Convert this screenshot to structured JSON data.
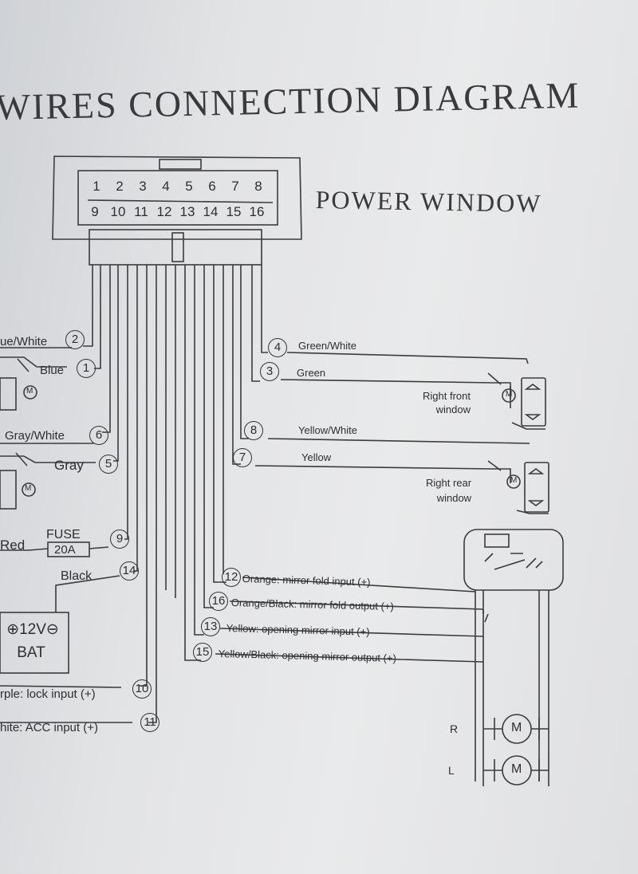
{
  "title": "WIRES CONNECTION DIAGRAM",
  "subtitle": "POWER WINDOW",
  "connector": {
    "top_row": [
      "1",
      "2",
      "3",
      "4",
      "5",
      "6",
      "7",
      "8"
    ],
    "bottom_row": [
      "9",
      "10",
      "11",
      "12",
      "13",
      "14",
      "15",
      "16"
    ]
  },
  "wires": {
    "w2": {
      "label": "ue/White",
      "num": "2"
    },
    "w1": {
      "label": "Blue",
      "num": "1"
    },
    "w6": {
      "label": "Gray/White",
      "num": "6"
    },
    "w5": {
      "label": "Gray",
      "num": "5"
    },
    "w9": {
      "label": "Red",
      "num": "9"
    },
    "w14": {
      "label": "Black",
      "num": "14"
    },
    "w10": {
      "label": "rple: lock input (+)",
      "num": "10"
    },
    "w11": {
      "label": "hite: ACC  input (+)",
      "num": "11"
    },
    "w4": {
      "label": "Green/White",
      "num": "4"
    },
    "w3": {
      "label": "Green",
      "num": "3"
    },
    "w8": {
      "label": "Yellow/White",
      "num": "8"
    },
    "w7": {
      "label": "Yellow",
      "num": "7"
    },
    "w12": {
      "label": "Orange: mirror fold input (+)",
      "num": "12"
    },
    "w16": {
      "label": "Orange/Black: mirror fold output (+)",
      "num": "16"
    },
    "w13": {
      "label": "Yellow: opening mirror input (+)",
      "num": "13"
    },
    "w15": {
      "label": "Yellow/Black: opening mirror output (+)",
      "num": "15"
    }
  },
  "fuse": {
    "label": "FUSE",
    "rating": "20A"
  },
  "battery": {
    "label": "⊕12V⊖",
    "sub": "BAT"
  },
  "right_front": "Right front\nwindow",
  "right_rear": "Right rear\nwindow",
  "motor": "M",
  "mirror_side": {
    "right": "R",
    "left": "L"
  }
}
